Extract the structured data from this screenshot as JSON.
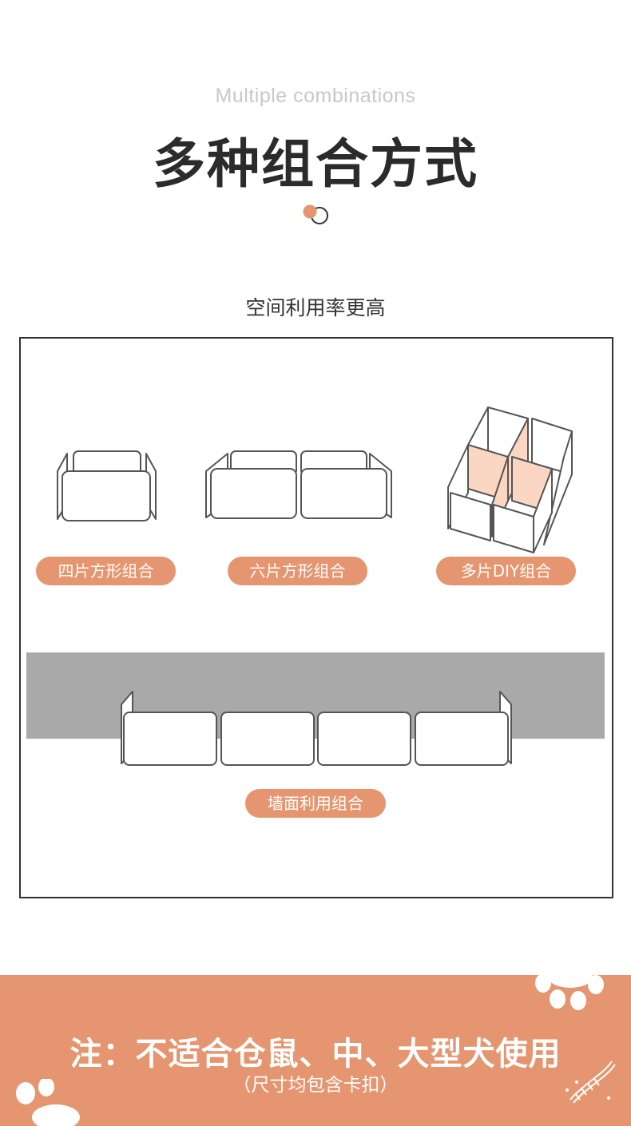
{
  "header": {
    "subtitle_en": "Multiple combinations",
    "title_cn": "多种组合方式"
  },
  "section": {
    "title": "空间利用率更高"
  },
  "combos": [
    {
      "label": "四片方形组合"
    },
    {
      "label": "六片方形组合"
    },
    {
      "label": "多片DIY组合"
    },
    {
      "label": "墙面利用组合"
    }
  ],
  "note": {
    "main": "注：不适合仓鼠、中、大型犬使用",
    "sub": "（尺寸均包含卡扣）"
  },
  "colors": {
    "accent": "#e5956f",
    "panel_stroke": "#555555",
    "panel_highlight": "#fbd7c3",
    "wall": "#a9a9a9",
    "title": "#2b2b2b",
    "subtitle": "#c8c8c8"
  },
  "icons": {
    "dots": "orange-dot-and-ring-icon",
    "paw": "paw-print-icon",
    "toy": "rope-toy-icon"
  }
}
